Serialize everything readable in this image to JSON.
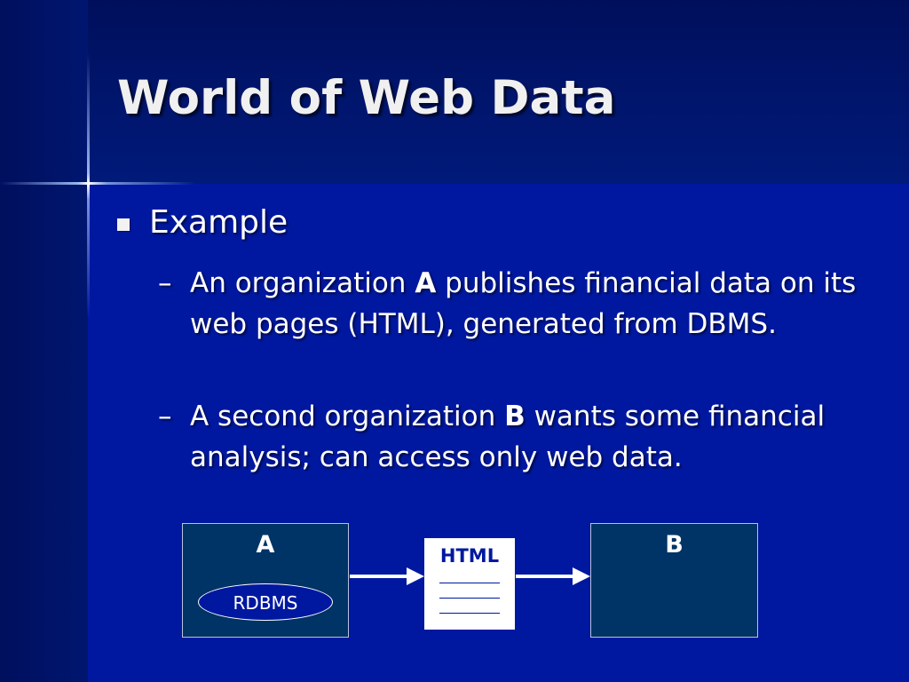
{
  "slide": {
    "title": "World of Web Data",
    "bullet": "Example",
    "sub_items": [
      {
        "dash": "–",
        "before": "An organization ",
        "emphasis": "A",
        "after": " publishes financial data on its web pages (HTML), generated from DBMS."
      },
      {
        "dash": "–",
        "before": "A second organization ",
        "emphasis": "B",
        "after": " wants some financial analysis; can access only web data."
      }
    ]
  },
  "diagram": {
    "box_a_label": "A",
    "box_a_db_label": "RDBMS",
    "document_label": "HTML",
    "box_b_label": "B"
  },
  "colors": {
    "background": "#0018a0",
    "box_fill": "#003366",
    "text": "#ffffff"
  }
}
